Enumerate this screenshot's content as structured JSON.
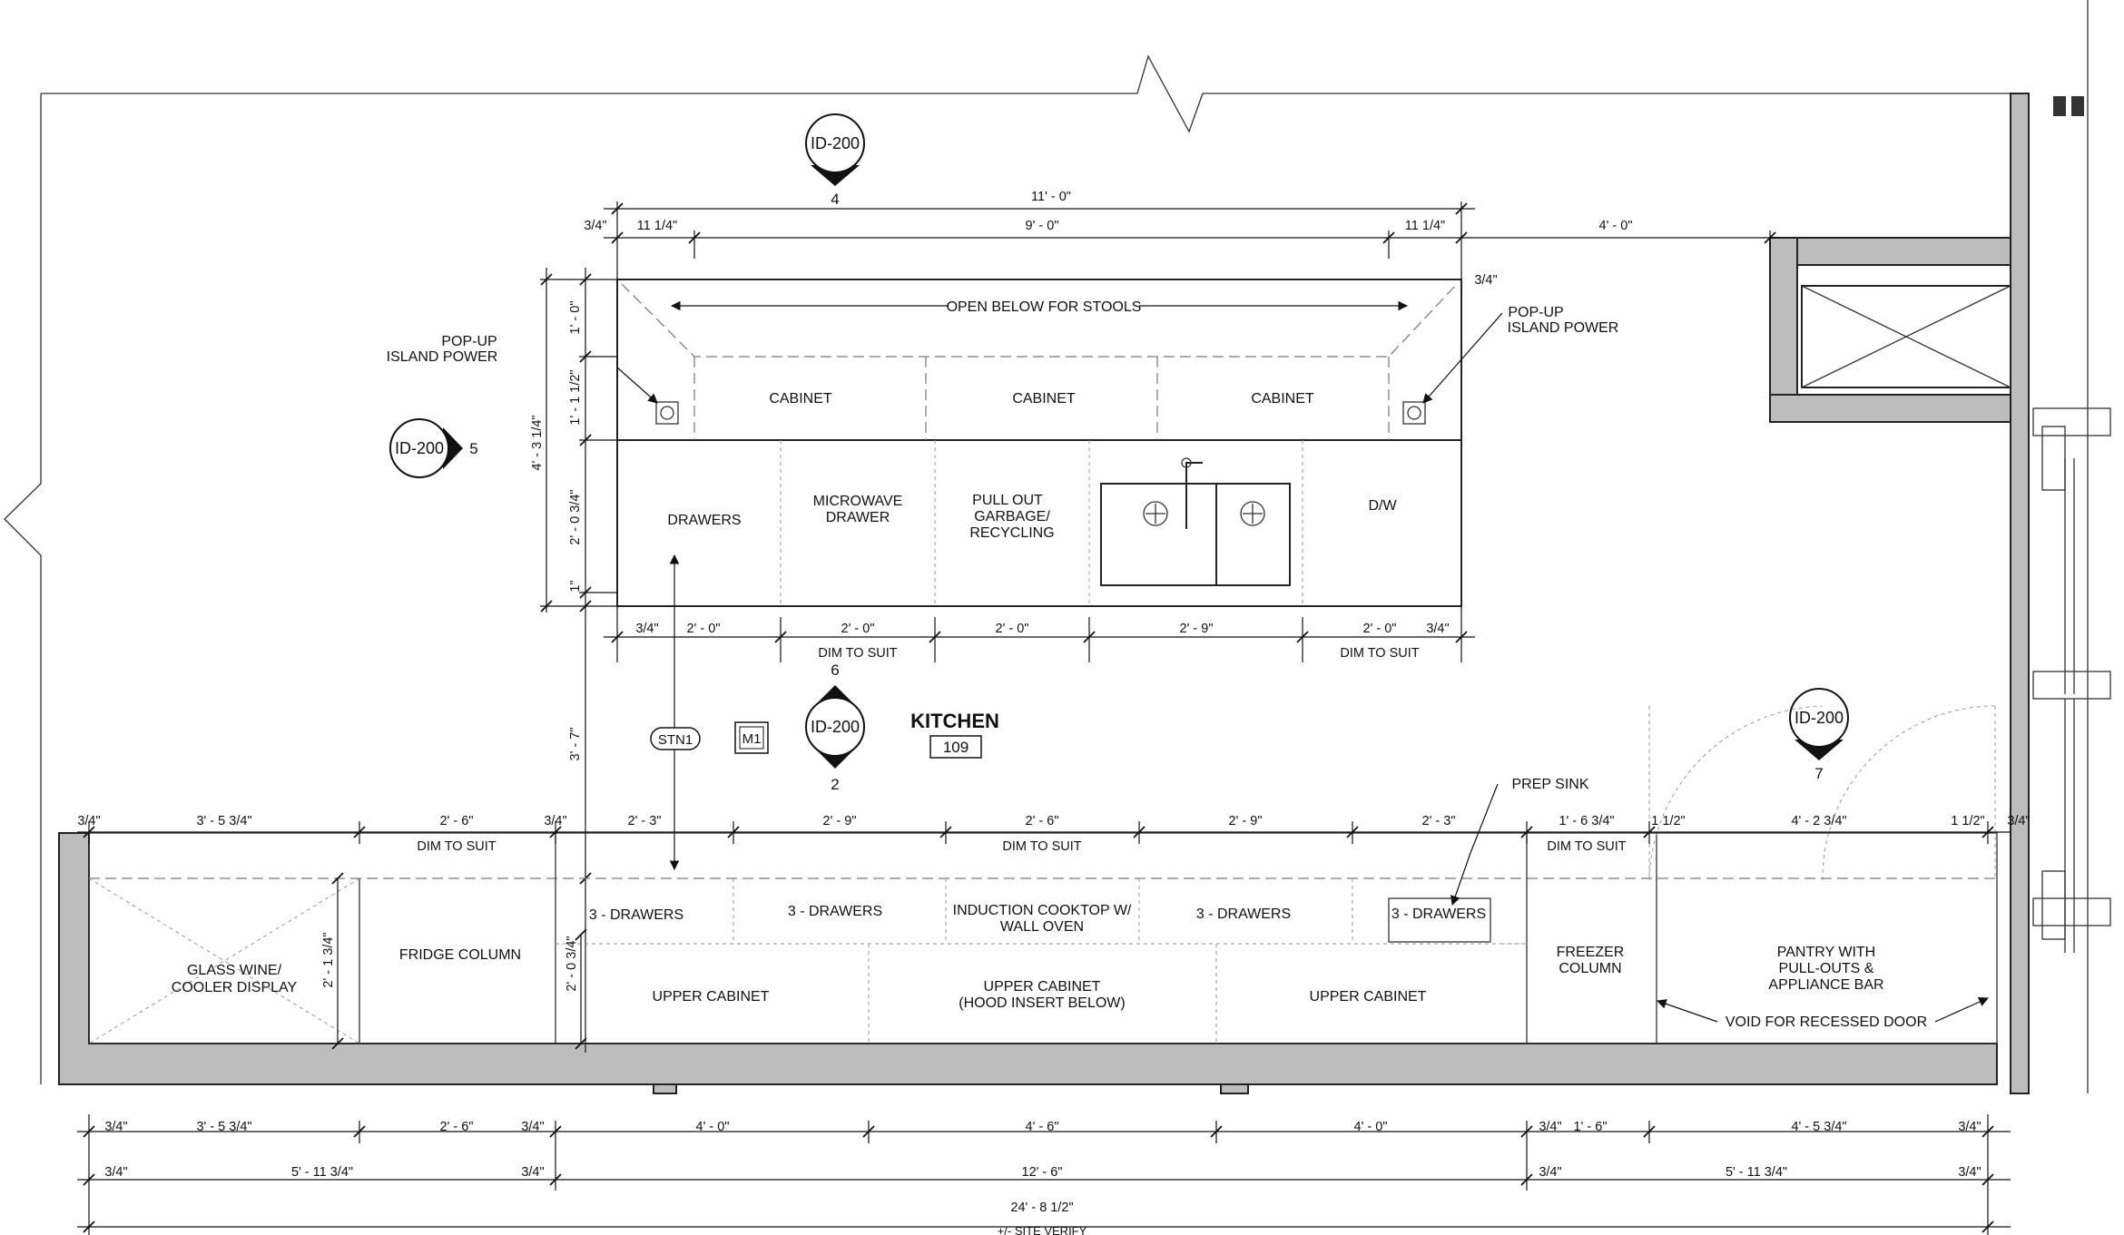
{
  "drawing": {
    "room_name": "KITCHEN",
    "room_number": "109"
  },
  "tags": {
    "elev_4": {
      "ref": "ID-200",
      "num": "4"
    },
    "elev_5": {
      "ref": "ID-200",
      "num": "5"
    },
    "elev_6_2": {
      "ref": "ID-200",
      "num_top": "6",
      "num_bottom": "2"
    },
    "elev_7": {
      "ref": "ID-200",
      "num": "7"
    },
    "stn1": "STN1",
    "m1": "M1"
  },
  "island": {
    "open_below": "OPEN BELOW FOR STOOLS",
    "cabinets": [
      "CABINET",
      "CABINET",
      "CABINET"
    ],
    "drawers": "DRAWERS",
    "microwave": [
      "MICROWAVE",
      "DRAWER"
    ],
    "pull_out": [
      "PULL OUT",
      "GARBAGE/",
      "RECYCLING"
    ],
    "dw": "D/W",
    "popup_left": [
      "POP-UP",
      "ISLAND POWER"
    ],
    "popup_right": [
      "POP-UP",
      "ISLAND POWER"
    ],
    "dims_top": {
      "overall": "11' - 0\"",
      "left_edge": "3/4\"",
      "left": "11 1/4\"",
      "middle": "9' - 0\"",
      "right": "11 1/4\"",
      "gap_right": "4' - 0\"",
      "right_edge": "3/4\""
    },
    "dims_side": {
      "overall": "4' - 3 1/4\"",
      "a": "1' - 0\"",
      "b": "1' - 1 1/2\"",
      "c": "2' - 0 3/4\"",
      "d": "1\""
    },
    "dims_bottom": [
      "3/4\"",
      "2' - 0\"",
      "2' - 0\"",
      "2' - 0\"",
      "2' - 9\"",
      "2' - 0\"",
      "3/4\""
    ],
    "dim_to_suit_1": "DIM TO SUIT",
    "dim_to_suit_2": "DIM TO SUIT",
    "clearance": "3' - 7\""
  },
  "counter": {
    "prep_sink": "PREP SINK",
    "glass_wine": [
      "GLASS WINE/",
      "COOLER DISPLAY"
    ],
    "fridge_column": "FRIDGE COLUMN",
    "drawers_1": "3 - DRAWERS",
    "drawers_2": "3 - DRAWERS",
    "cooktop": [
      "INDUCTION COOKTOP W/",
      "WALL OVEN"
    ],
    "drawers_3": "3 - DRAWERS",
    "drawers_4": "3 - DRAWERS",
    "upper_cabinet_1": "UPPER CABINET",
    "upper_cabinet_hood": [
      "UPPER CABINET",
      "(HOOD INSERT BELOW)"
    ],
    "upper_cabinet_2": "UPPER CABINET",
    "freezer": [
      "FREEZER",
      "COLUMN"
    ],
    "pantry": [
      "PANTRY WITH",
      "PULL-OUTS &",
      "APPLIANCE BAR"
    ],
    "void": "VOID FOR RECESSED DOOR",
    "dims_top": [
      "3/4\"",
      "3' - 5 3/4\"",
      "2' - 6\"",
      "3/4\"",
      "2' - 3\"",
      "2' - 9\"",
      "2' - 6\"",
      "2' - 9\"",
      "2' - 3\"",
      "1' - 6 3/4\"",
      "1 1/2\"",
      "4' - 2 3/4\"",
      "1 1/2\"",
      "3/4\""
    ],
    "dim_to_suit": [
      "DIM TO SUIT",
      "DIM TO SUIT",
      "DIM TO SUIT"
    ],
    "depth_a": "2' - 1 3/4\"",
    "depth_b": "2' - 0 3/4\""
  },
  "bottom_dims": {
    "row1": [
      "3/4\"",
      "3' - 5 3/4\"",
      "2' - 6\"",
      "3/4\"",
      "4' - 0\"",
      "4' - 6\"",
      "4' - 0\"",
      "3/4\"",
      "1' - 6\"",
      "4' - 5 3/4\"",
      "3/4\""
    ],
    "row2": [
      "3/4\"",
      "5' - 11 3/4\"",
      "3/4\"",
      "12' - 6\"",
      "3/4\"",
      "5' - 11 3/4\"",
      "3/4\""
    ],
    "overall": "24' - 8 1/2\"",
    "site_verify": "+/- SITE VERIFY"
  }
}
